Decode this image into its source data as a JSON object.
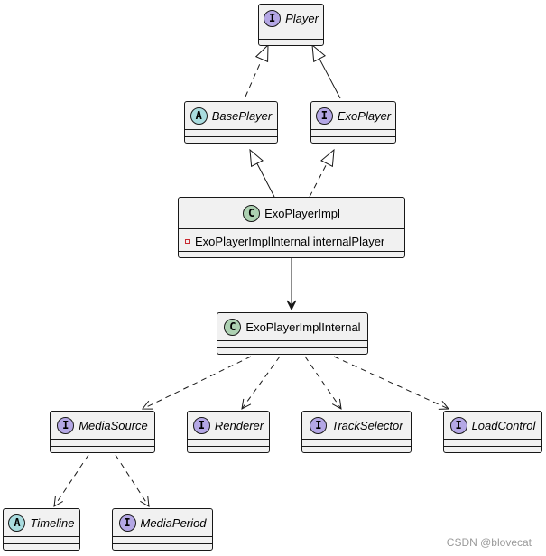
{
  "diagram": {
    "type": "class-diagram",
    "nodes": [
      {
        "id": "player",
        "stereotype": "I",
        "name": "Player",
        "italic": true
      },
      {
        "id": "baseplayer",
        "stereotype": "A",
        "name": "BasePlayer",
        "italic": true
      },
      {
        "id": "exoplayer",
        "stereotype": "I",
        "name": "ExoPlayer",
        "italic": true
      },
      {
        "id": "exoplayerimpl",
        "stereotype": "C",
        "name": "ExoPlayerImpl",
        "italic": false,
        "fields": [
          "ExoPlayerImplInternal internalPlayer"
        ]
      },
      {
        "id": "exoplayerimplinternal",
        "stereotype": "C",
        "name": "ExoPlayerImplInternal",
        "italic": false
      },
      {
        "id": "mediasource",
        "stereotype": "I",
        "name": "MediaSource",
        "italic": true
      },
      {
        "id": "renderer",
        "stereotype": "I",
        "name": "Renderer",
        "italic": true
      },
      {
        "id": "trackselector",
        "stereotype": "I",
        "name": "TrackSelector",
        "italic": true
      },
      {
        "id": "loadcontrol",
        "stereotype": "I",
        "name": "LoadControl",
        "italic": true
      },
      {
        "id": "timeline",
        "stereotype": "A",
        "name": "Timeline",
        "italic": true
      },
      {
        "id": "mediaperiod",
        "stereotype": "I",
        "name": "MediaPeriod",
        "italic": true
      }
    ],
    "edges": [
      {
        "from": "baseplayer",
        "to": "player",
        "kind": "realization"
      },
      {
        "from": "exoplayer",
        "to": "player",
        "kind": "generalization"
      },
      {
        "from": "exoplayerimpl",
        "to": "baseplayer",
        "kind": "generalization"
      },
      {
        "from": "exoplayerimpl",
        "to": "exoplayer",
        "kind": "realization"
      },
      {
        "from": "exoplayerimpl",
        "to": "exoplayerimplinternal",
        "kind": "association"
      },
      {
        "from": "exoplayerimplinternal",
        "to": "mediasource",
        "kind": "dependency"
      },
      {
        "from": "exoplayerimplinternal",
        "to": "renderer",
        "kind": "dependency"
      },
      {
        "from": "exoplayerimplinternal",
        "to": "trackselector",
        "kind": "dependency"
      },
      {
        "from": "exoplayerimplinternal",
        "to": "loadcontrol",
        "kind": "dependency"
      },
      {
        "from": "mediasource",
        "to": "timeline",
        "kind": "dependency"
      },
      {
        "from": "mediasource",
        "to": "mediaperiod",
        "kind": "dependency"
      }
    ]
  },
  "watermark": "CSDN @blovecat"
}
